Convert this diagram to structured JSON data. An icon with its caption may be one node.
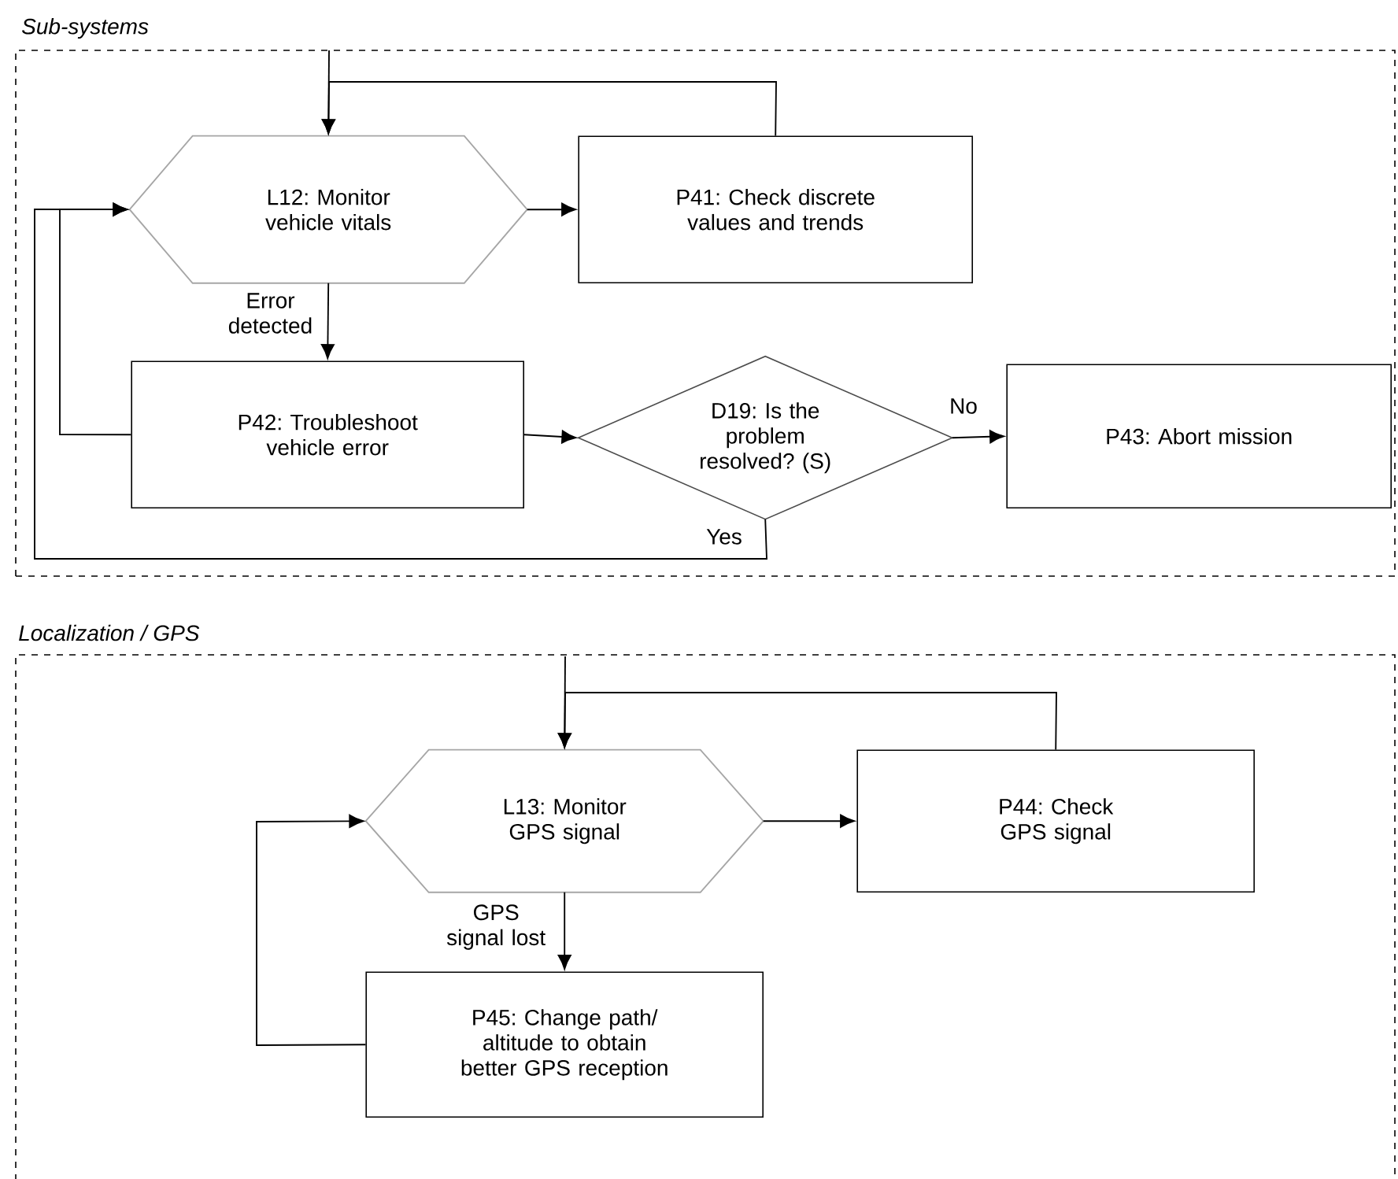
{
  "diagram": {
    "nodes": [
      {
        "text": [
          "Sub-systems"
        ]
      },
      {
        "text": [
          "L12: Monitor vehicle vitals"
        ],
        "in": 0
      },
      {
        "text": [
          "P41: Check discrete values and trends"
        ],
        "in": 0
      },
      {
        "text": [
          "P42: Troubleshoot vehicle error"
        ],
        "in": 0
      },
      {
        "text": [
          "D19: Is the problem resolved? (S)"
        ],
        "in": 0
      },
      {
        "text": [
          "P43: Abort mission"
        ],
        "in": 0
      },
      {
        "text": [
          "Localization / GPS"
        ]
      },
      {
        "text": [
          "L13: Monitor GPS signal"
        ],
        "in": 6
      },
      {
        "text": [
          "P44: Check GPS signal"
        ],
        "in": 6
      },
      {
        "text": [
          "P45: Change path/ altitude to obtain better GPS reception"
        ],
        "in": 6
      }
    ],
    "edges": [
      {
        "from": null,
        "to": 1,
        "arrow": "to"
      },
      {
        "from": 1,
        "to": 2,
        "arrow": "to"
      },
      {
        "from": 2,
        "to": 1,
        "arrow": "to"
      },
      {
        "from": 1,
        "to": 3,
        "arrow": "to",
        "label": "Error detected"
      },
      {
        "from": 3,
        "to": 1,
        "arrow": "to"
      },
      {
        "from": 3,
        "to": 4,
        "arrow": "to"
      },
      {
        "from": 4,
        "to": 5,
        "arrow": "to",
        "label": "No"
      },
      {
        "from": 4,
        "to": 1,
        "arrow": "to",
        "label": "Yes"
      },
      {
        "from": null,
        "to": 7,
        "arrow": "to"
      },
      {
        "from": 7,
        "to": 8,
        "arrow": "to"
      },
      {
        "from": 8,
        "to": 7,
        "arrow": "to"
      },
      {
        "from": 7,
        "to": 9,
        "arrow": "to",
        "label": "GPS signal lost"
      },
      {
        "from": 9,
        "to": 7,
        "arrow": "to"
      }
    ]
  }
}
